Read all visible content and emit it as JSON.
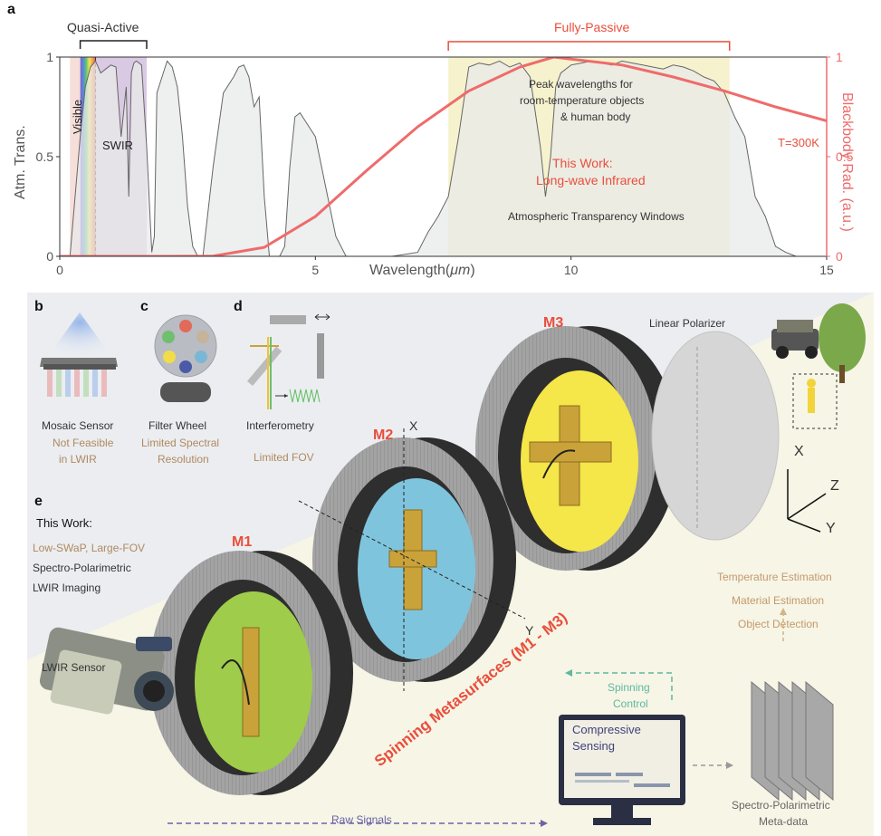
{
  "panel_a": {
    "letter": "a",
    "chart_data": {
      "type": "area",
      "xlabel_prefix": "Wavelength(",
      "xlabel_unit": "μm",
      "xlabel_suffix": ")",
      "ylabel_left": "Atm. Trans.",
      "ylabel_right": "Blackbody Rad. (a.u.)",
      "xlim": [
        0,
        15
      ],
      "ylim": [
        0,
        1
      ],
      "x_ticks": [
        "0",
        "5",
        "10",
        "15"
      ],
      "y_ticks_left": [
        "0",
        "0.5",
        "1"
      ],
      "y_ticks_right": [
        "0",
        "0.5",
        "1"
      ],
      "transmission": {
        "x": [
          0.2,
          0.3,
          0.4,
          0.5,
          0.6,
          0.7,
          0.8,
          0.9,
          1.0,
          1.1,
          1.2,
          1.3,
          1.35,
          1.4,
          1.45,
          1.5,
          1.6,
          1.7,
          1.8,
          1.85,
          1.9,
          2.0,
          2.1,
          2.2,
          2.3,
          2.4,
          2.5,
          2.6,
          2.7,
          2.8,
          3.0,
          3.2,
          3.4,
          3.5,
          3.6,
          3.7,
          3.8,
          3.9,
          4.0,
          4.1,
          4.2,
          4.3,
          4.4,
          4.5,
          4.6,
          4.7,
          4.8,
          5.0,
          5.2,
          5.4,
          5.6,
          5.8,
          6.0,
          6.5,
          7.0,
          7.2,
          7.4,
          7.6,
          7.8,
          8.0,
          8.2,
          8.4,
          8.6,
          8.8,
          9.0,
          9.2,
          9.4,
          9.5,
          9.6,
          9.7,
          9.8,
          10.0,
          10.2,
          10.4,
          10.6,
          10.8,
          11.0,
          11.2,
          11.4,
          11.6,
          11.8,
          12.0,
          12.2,
          12.4,
          12.6,
          12.8,
          13.0,
          13.2,
          13.4,
          13.6,
          13.8,
          14.0,
          14.2,
          14.4,
          14.6,
          15.0
        ],
        "y": [
          0.0,
          0.3,
          0.6,
          0.85,
          0.95,
          0.98,
          0.92,
          0.94,
          0.96,
          0.95,
          0.6,
          0.85,
          0.3,
          0.92,
          0.97,
          0.98,
          0.96,
          0.55,
          0.02,
          0.1,
          0.82,
          0.9,
          0.98,
          0.95,
          0.85,
          0.6,
          0.25,
          0.05,
          0.0,
          0.0,
          0.45,
          0.82,
          0.9,
          0.95,
          0.96,
          0.9,
          0.75,
          0.8,
          0.3,
          0.0,
          0.0,
          0.0,
          0.05,
          0.45,
          0.7,
          0.72,
          0.68,
          0.6,
          0.35,
          0.1,
          0.0,
          0.0,
          0.0,
          0.0,
          0.02,
          0.12,
          0.2,
          0.3,
          0.6,
          0.95,
          0.97,
          0.96,
          0.98,
          0.95,
          0.97,
          0.9,
          0.55,
          0.3,
          0.5,
          0.85,
          0.92,
          0.96,
          0.97,
          0.98,
          0.97,
          0.96,
          0.98,
          0.97,
          0.96,
          0.95,
          0.94,
          0.96,
          0.95,
          0.93,
          0.9,
          0.88,
          0.82,
          0.7,
          0.6,
          0.3,
          0.2,
          0.05,
          0.02,
          0.0,
          0.0,
          0.0
        ]
      },
      "blackbody": {
        "temperature_label": "T=300K",
        "x": [
          0,
          1,
          2,
          3,
          4,
          5,
          6,
          7,
          8,
          9,
          9.66,
          10,
          11,
          12,
          13,
          14,
          15
        ],
        "y": [
          0,
          0,
          0,
          0.0012,
          0.045,
          0.2,
          0.43,
          0.65,
          0.83,
          0.95,
          1.0,
          0.99,
          0.96,
          0.9,
          0.83,
          0.75,
          0.68
        ]
      },
      "bands": [
        {
          "name": "Visible",
          "from": 0.4,
          "to": 0.7
        },
        {
          "name": "SWIR",
          "from": 0.7,
          "to": 1.7
        },
        {
          "name": "Atmospheric Transparency Windows",
          "from": 7.6,
          "to": 13.1
        }
      ],
      "quasi_active_label": "Quasi-Active",
      "fully_passive_label": "Fully-Passive",
      "quasi_active_range": [
        0.4,
        1.7
      ],
      "fully_passive_range": [
        7.6,
        13.1
      ],
      "annotations": {
        "peak_line1": "Peak wavelengths  for",
        "peak_line2": "room-temperature objects",
        "peak_line3": "& human body",
        "this_work_line1": "This Work:",
        "this_work_line2": "Long-wave Infrared",
        "windows": "Atmospheric Transparency Windows",
        "visible": "Visible",
        "swir": "SWIR"
      },
      "colors": {
        "blackbody": "#ef6b6b",
        "transmission_fill": "#e8e9ea",
        "transmission_line": "#666666",
        "window": "#f5f1c8",
        "swir": "#cdb7d9",
        "red_text": "#e94e3c"
      }
    }
  },
  "panel_b": {
    "letter": "b",
    "title": "Mosaic Sensor",
    "note_line1": "Not Feasible",
    "note_line2": "in LWIR"
  },
  "panel_c": {
    "letter": "c",
    "title": "Filter Wheel",
    "note_line1": "Limited Spectral",
    "note_line2": "Resolution"
  },
  "panel_d": {
    "letter": "d",
    "title": "Interferometry",
    "note": "Limited FOV"
  },
  "panel_e": {
    "letter": "e",
    "this_work": "This Work:",
    "line1": "Low-SWaP, Large-FOV",
    "line2": "Spectro-Polarimetric",
    "line3": "LWIR Imaging",
    "polarizer": "Linear Polarizer",
    "m1": "M1",
    "m2": "M2",
    "m3": "M3",
    "metasurfaces": "Spinning Metasurfaces (M1 - M3)",
    "sensor": "LWIR Sensor",
    "spinning_line1": "Spinning",
    "spinning_line2": "Control",
    "compressive_line1": "Compressive",
    "compressive_line2": "Sensing",
    "raw_signals": "Raw Signals",
    "metadata_line1": "Spectro-Polarimetric",
    "metadata_line2": "Meta-data",
    "temperature": "Temperature Estimation",
    "material": "Material Estimation",
    "detection": "Object Detection",
    "axis_x": "X",
    "axis_y": "Y",
    "axis_z": "Z",
    "colors": {
      "m1": "#9fcc4a",
      "m2": "#7fc4dd",
      "m3": "#f5e64a",
      "ring": "#9a9a9a",
      "cross": "#c9a23a",
      "tan": "#b08a5e",
      "red": "#e94e3c",
      "teal": "#5fb89f",
      "purple": "#6b63a6"
    }
  }
}
